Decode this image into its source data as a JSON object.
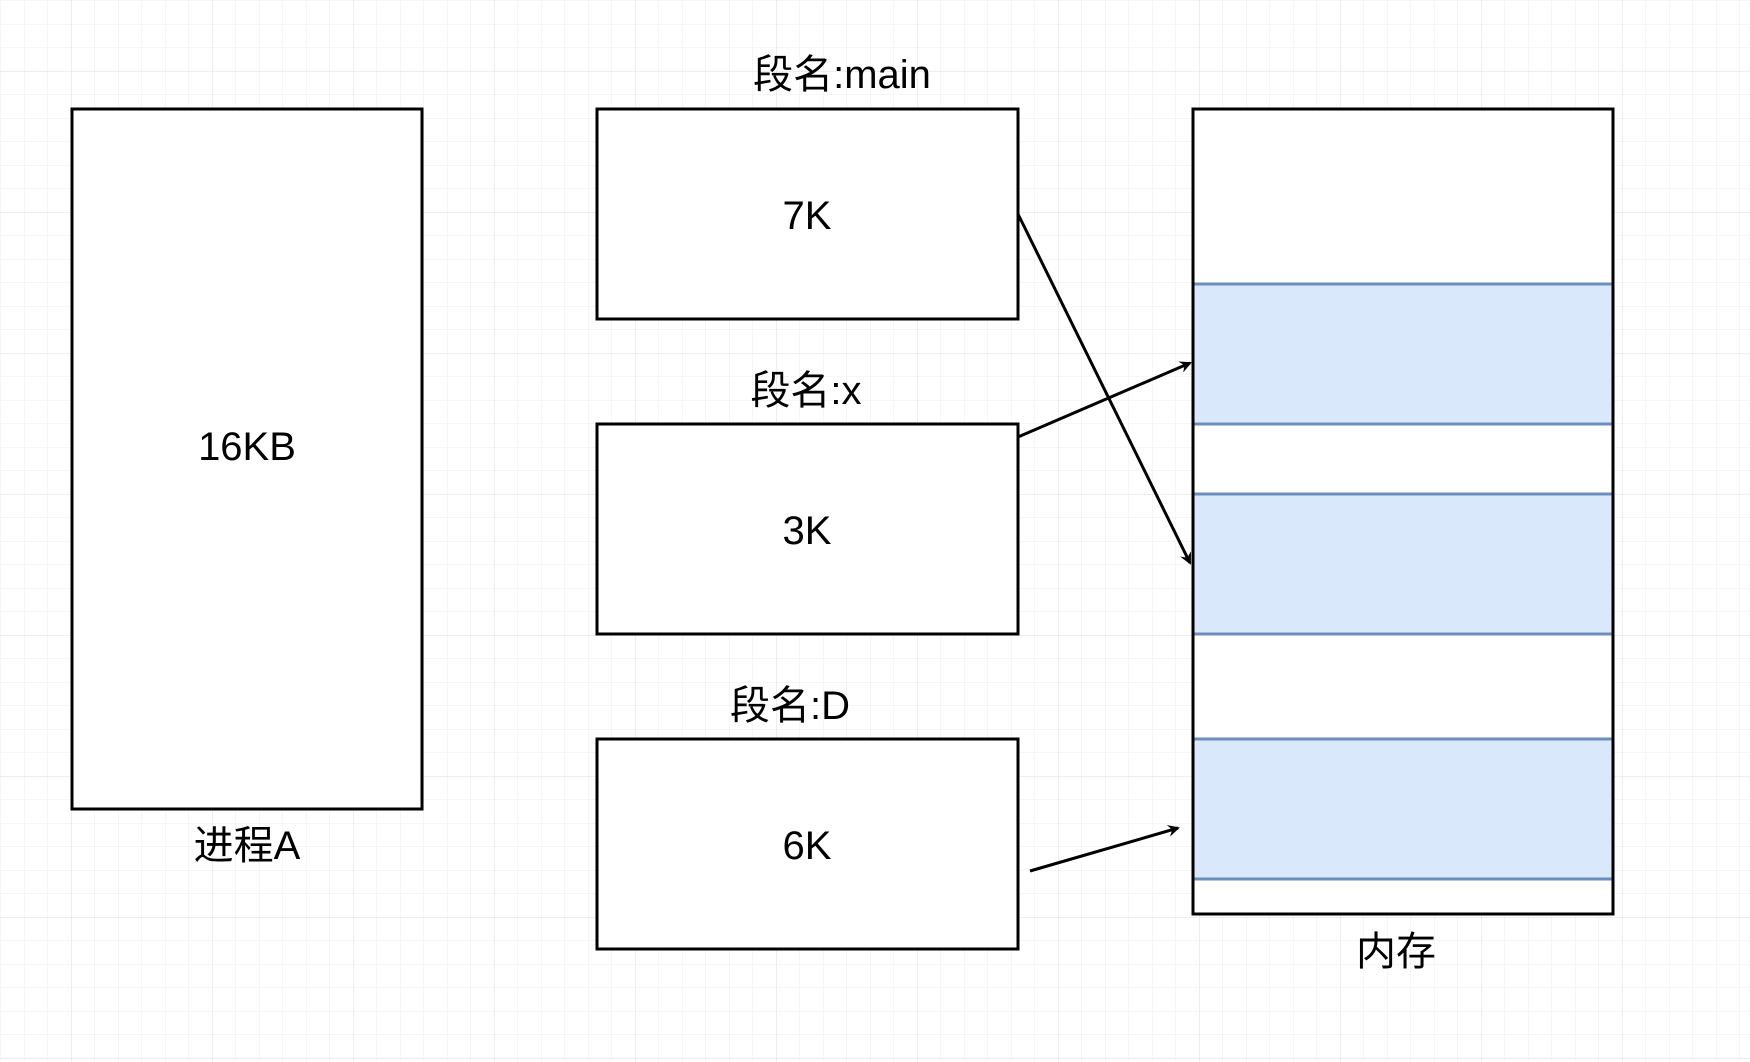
{
  "process": {
    "size_label": "16KB",
    "name_label": "进程A"
  },
  "segments": [
    {
      "name_label": "段名:main",
      "size_label": "7K"
    },
    {
      "name_label": "段名:x",
      "size_label": "3K"
    },
    {
      "name_label": "段名:D",
      "size_label": "6K"
    }
  ],
  "memory": {
    "label": "内存"
  },
  "colors": {
    "memory_block_fill": "#dae8fc",
    "memory_block_stroke": "#6c8ebf",
    "grid": "#e6e6e6",
    "stroke": "#000000"
  }
}
